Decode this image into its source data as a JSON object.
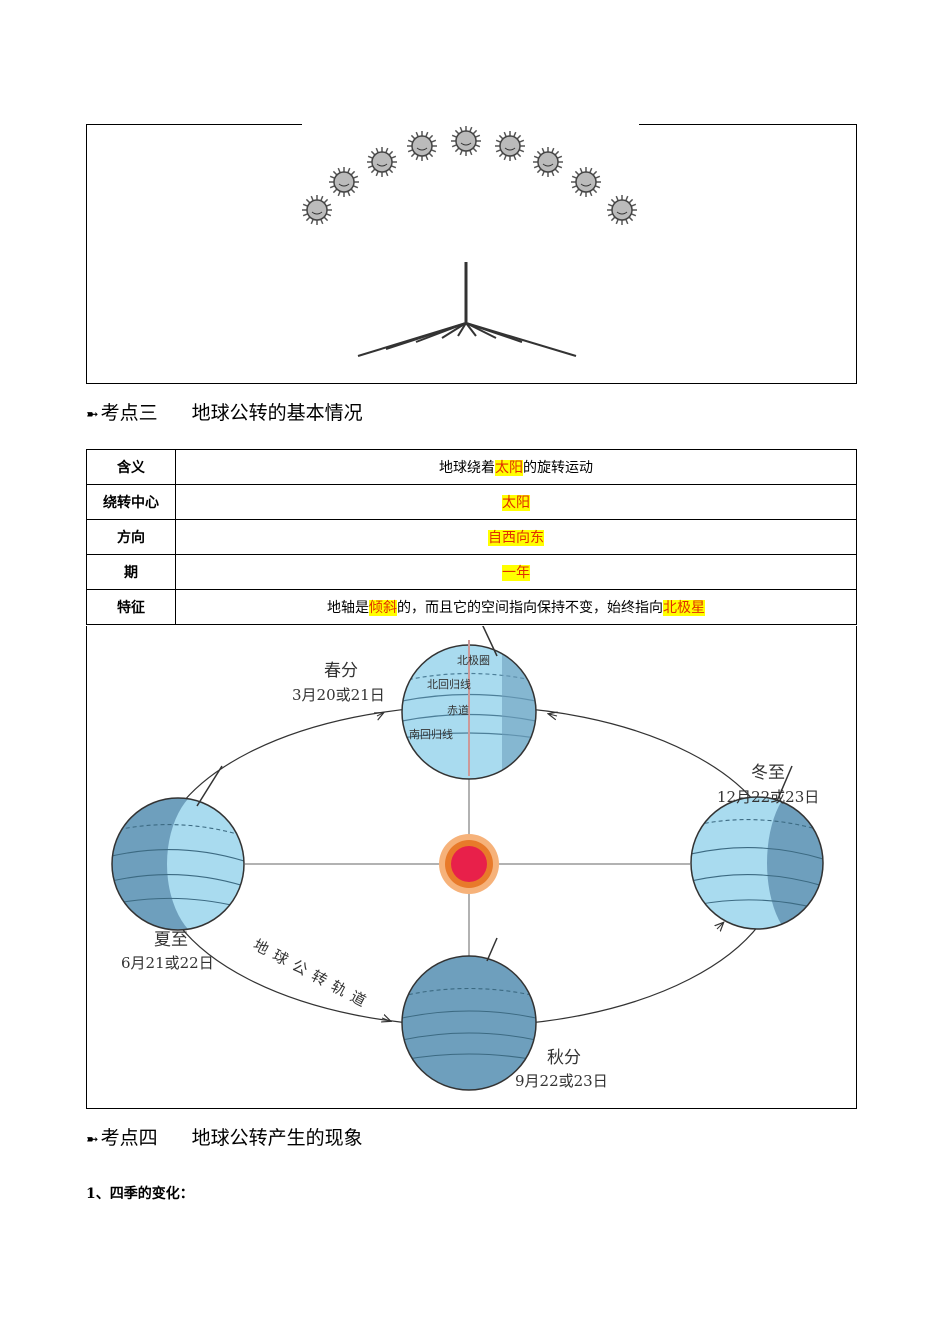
{
  "sections": {
    "three": {
      "mark": "➼",
      "label": "考点三",
      "title": "地球公转的基本情况"
    },
    "four": {
      "mark": "➼",
      "label": "考点四",
      "title": "地球公转产生的现象"
    }
  },
  "table": {
    "rows": [
      {
        "label": "含义",
        "pre": "地球绕着",
        "hl": "太阳",
        "post": "的旋转运动"
      },
      {
        "label": "绕转中心",
        "value": "太阳"
      },
      {
        "label": "方向",
        "value": "自西向东"
      },
      {
        "label": "期",
        "value": "一年"
      },
      {
        "label": "特征",
        "pre": "地轴是",
        "hl": "倾斜",
        "mid": "的，而且它的空间指向保持不变，始终指向",
        "hl2": "北极星"
      }
    ]
  },
  "orbit": {
    "spring": {
      "name": "春分",
      "date": "3月20或21日"
    },
    "winter": {
      "name": "冬至",
      "date": "12月22或23日"
    },
    "summer": {
      "name": "夏至",
      "date": "6月21或22日"
    },
    "autumn": {
      "name": "秋分",
      "date": "9月22或23日"
    },
    "orbit_label": "地球公转轨道",
    "globe_lines": [
      "北极圈",
      "北回归线",
      "赤道",
      "南回归线"
    ]
  },
  "sub_heading": "1、四季的变化：",
  "colors": {
    "highlight": "#ffff00",
    "highlight_text": "#e03000",
    "ocean_light": "#a9dbef",
    "ocean_dark": "#6e9fbd",
    "sun": "#e8204a"
  }
}
